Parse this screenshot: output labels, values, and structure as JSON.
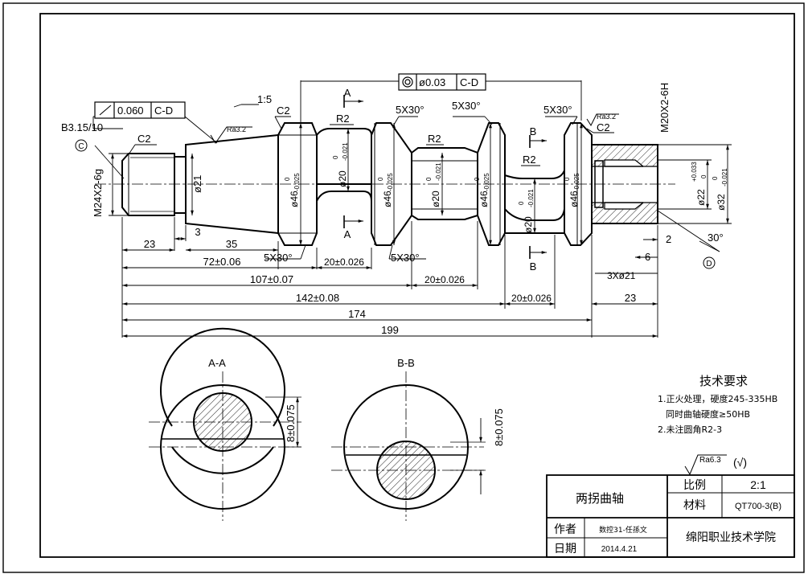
{
  "title_block": {
    "part_name": "两拐曲轴",
    "scale_label": "比例",
    "scale_value": "2:1",
    "material_label": "材料",
    "material_value": "QT700-3(B)",
    "author_label": "作者",
    "author_value": "数控31-任孫文",
    "date_label": "日期",
    "date_value": "2014.4.21",
    "institution": "绵阳职业技术学院"
  },
  "tech_requirements": {
    "heading": "技术要求",
    "item1": "1.正火处理，硬度245-335HB",
    "item1_cont": "同时曲轴硬度≥50HB",
    "item2": "2.未注圆角R2-3"
  },
  "surface_finish": {
    "general": "Ra6.3",
    "general_note": "(√)",
    "ra32_a": "Ra3.2",
    "ra32_b": "Ra3.2"
  },
  "tolerance_frames": {
    "runout_value": "0.060",
    "runout_datum": "C-D",
    "coaxial_value": "ø0.03",
    "coaxial_datum": "C-D"
  },
  "datums": {
    "c": "C",
    "d": "D"
  },
  "section_labels": {
    "aa": "A-A",
    "bb": "B-B",
    "a": "A",
    "b": "B"
  },
  "dimensions": {
    "center_hole": "B3.15/10",
    "chamfer_c2": "C2",
    "taper": "1:5",
    "thread_left": "M24X2-6g",
    "thread_right": "M20X2-6H",
    "d21": "ø21",
    "d46": "ø46",
    "d46_tol_upper": "0",
    "d46_tol_lower": "-0.025",
    "d20": "ø20",
    "d20_tol_upper": "0",
    "d20_tol_lower": "-0.021",
    "d22": "ø22",
    "d22_tol_upper": "+0.033",
    "d22_tol_lower": "0",
    "d32": "ø32",
    "d32_tol_upper": "0",
    "d32_tol_lower": "-0.021",
    "r2": "R2",
    "chamfer_5x30": "5X30°",
    "len_23": "23",
    "len_3": "3",
    "len_35": "35",
    "len_72": "72±0.06",
    "len_107": "107±0.07",
    "len_142": "142±0.08",
    "len_174": "174",
    "len_199": "199",
    "len_20": "20±0.026",
    "len_2": "2",
    "len_6": "6",
    "hole_3x21": "3Xø21",
    "angle_30": "30°",
    "offset_8": "8±0.075"
  }
}
